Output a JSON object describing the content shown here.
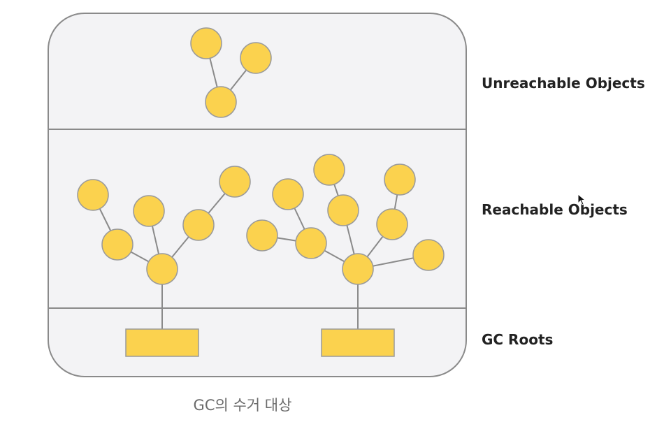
{
  "diagram": {
    "sections": [
      {
        "id": "unreachable",
        "label": "Unreachable Objects"
      },
      {
        "id": "reachable",
        "label": "Reachable Objects"
      },
      {
        "id": "gc-roots",
        "label": "GC Roots"
      }
    ],
    "caption": "GC의 수거 대상"
  },
  "colors": {
    "node_fill": "#fbd24e",
    "node_stroke": "#9a9a9a",
    "panel_fill": "#f3f3f5",
    "panel_stroke": "#8a8a8a",
    "edge": "#8a8a8a",
    "label_text": "#222222",
    "caption_text": "#6b6b6b"
  }
}
